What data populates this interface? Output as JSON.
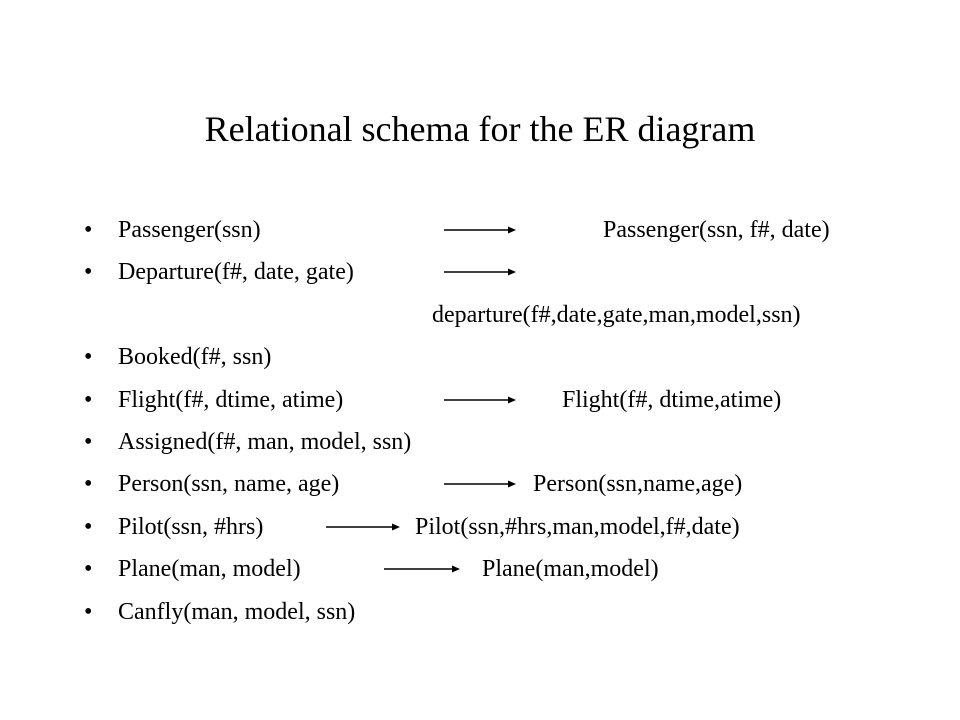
{
  "slide": {
    "title": "Relational schema for the ER diagram",
    "bullet_char": "•",
    "items": [
      {
        "left": "Passenger(ssn)",
        "right": "Passenger(ssn,  f#, date)"
      },
      {
        "left": "Departure(f#, date, gate)",
        "right": "departure(f#,date,gate,man,model,ssn)"
      },
      {
        "left": "Booked(f#, ssn)"
      },
      {
        "left": "Flight(f#, dtime, atime)",
        "right": "Flight(f#, dtime,atime)"
      },
      {
        "left": "Assigned(f#,  man,  model, ssn)"
      },
      {
        "left": "Person(ssn,  name,  age)",
        "right": "Person(ssn,name,age)"
      },
      {
        "left": "Pilot(ssn, #hrs)",
        "right": "Pilot(ssn,#hrs,man,model,f#,date)"
      },
      {
        "left": "Plane(man,  model)",
        "right": "Plane(man,model)"
      },
      {
        "left": "Canfly(man,  model, ssn)"
      }
    ]
  }
}
